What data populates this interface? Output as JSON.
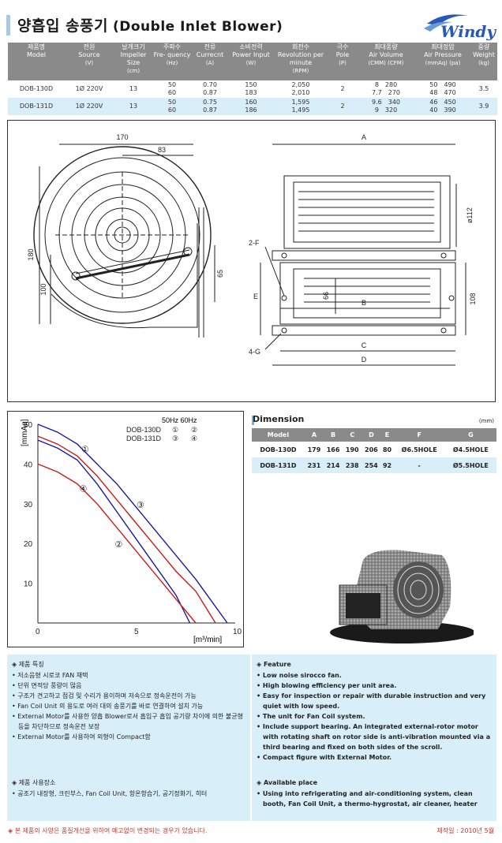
{
  "header": {
    "title_ko": "양흡입 송풍기",
    "title_en": "(Double Inlet Blower)",
    "logo": "Windy"
  },
  "spec_table": {
    "headers": [
      {
        "ko": "제품명",
        "en": "Model",
        "unit": ""
      },
      {
        "ko": "전원",
        "en": "Source",
        "unit": "(V)"
      },
      {
        "ko": "날개크기",
        "en": "Impeller Size",
        "unit": "(cm)"
      },
      {
        "ko": "주파수",
        "en": "Fre- quency",
        "unit": "(Hz)"
      },
      {
        "ko": "전류",
        "en": "Currecnt",
        "unit": "(A)"
      },
      {
        "ko": "소비전력",
        "en": "Power Input",
        "unit": "(W)"
      },
      {
        "ko": "회전수",
        "en": "Revolution per minute",
        "unit": "(RPM)"
      },
      {
        "ko": "극수",
        "en": "Pole",
        "unit": "(P)"
      },
      {
        "ko": "최대풍량",
        "en": "Air Volume",
        "unit": "(CMM)  (CFM)"
      },
      {
        "ko": "최대정압",
        "en": "Air Pressure",
        "unit": "(mmAq)  (pa)"
      },
      {
        "ko": "중량",
        "en": "Weight",
        "unit": "(kg)"
      }
    ],
    "rows": [
      {
        "model": "DOB-130D",
        "source": "1Ø 220V",
        "impeller": "13",
        "freq": [
          "50",
          "60"
        ],
        "current": [
          "0.70",
          "0.87"
        ],
        "power": [
          "150",
          "183"
        ],
        "rpm": [
          "2,050",
          "2,010"
        ],
        "pole": "2",
        "cmm": [
          "8",
          "7.7"
        ],
        "cfm": [
          "280",
          "270"
        ],
        "mmaq": [
          "50",
          "48"
        ],
        "pa": [
          "490",
          "470"
        ],
        "weight": "3.5"
      },
      {
        "model": "DOB-131D",
        "source": "1Ø 220V",
        "impeller": "13",
        "freq": [
          "50",
          "60"
        ],
        "current": [
          "0.75",
          "0.87"
        ],
        "power": [
          "160",
          "186"
        ],
        "rpm": [
          "1,595",
          "1,495"
        ],
        "pole": "2",
        "cmm": [
          "9.6",
          "9"
        ],
        "cfm": [
          "340",
          "320"
        ],
        "mmaq": [
          "46",
          "40"
        ],
        "pa": [
          "450",
          "390"
        ],
        "weight": "3.9"
      }
    ]
  },
  "drawing": {
    "labels": {
      "w170": "170",
      "w83": "83",
      "h180": "180",
      "h100": "100",
      "h65": "65",
      "A": "A",
      "B": "B",
      "C": "C",
      "D": "D",
      "E": "E",
      "f2": "2-F",
      "g4": "4-G",
      "d112": "ø112",
      "h66": "66",
      "h108": "108"
    }
  },
  "chart_data": {
    "type": "line",
    "title": "",
    "legend_header": "50Hz 60Hz",
    "legend": [
      {
        "model": "DOB-130D",
        "hz50": "①",
        "hz60": "②"
      },
      {
        "model": "DOB-131D",
        "hz50": "③",
        "hz60": "④"
      }
    ],
    "ylabel": "[mmAq]",
    "xlabel": "[m³/min]",
    "xlim": [
      0,
      10
    ],
    "ylim": [
      0,
      50
    ],
    "xticks": [
      "0",
      "5",
      "10"
    ],
    "yticks": [
      "10",
      "20",
      "30",
      "40",
      "50"
    ],
    "series": [
      {
        "name": "①",
        "color": "#1a1aa0",
        "x": [
          0,
          1,
          2,
          3,
          4,
          5,
          6,
          7,
          8,
          9.6
        ],
        "y": [
          50,
          48,
          45,
          40,
          35,
          29,
          23,
          17,
          11,
          0
        ]
      },
      {
        "name": "②",
        "color": "#cc1a1a",
        "x": [
          0,
          1,
          2,
          3,
          4,
          5,
          6,
          7,
          8,
          9
        ],
        "y": [
          47,
          45,
          42,
          37,
          31,
          25,
          19,
          13,
          8,
          0
        ]
      },
      {
        "name": "③",
        "color": "#1a1aa0",
        "x": [
          0,
          1,
          2,
          3,
          4,
          5,
          6,
          7,
          7.7
        ],
        "y": [
          46,
          44,
          41,
          35,
          28,
          21,
          14,
          7,
          0
        ]
      },
      {
        "name": "④",
        "color": "#cc1a1a",
        "x": [
          0,
          1,
          2,
          3,
          4,
          5,
          6,
          7,
          8
        ],
        "y": [
          40,
          38,
          35,
          30,
          24,
          18,
          12,
          6,
          0
        ]
      }
    ],
    "callouts": [
      "①",
      "②",
      "③",
      "④"
    ]
  },
  "dimension": {
    "title": "Dimension",
    "unit": "(mm)",
    "headers": [
      "Model",
      "A",
      "B",
      "C",
      "D",
      "E",
      "F",
      "G"
    ],
    "rows": [
      [
        "DOB-130D",
        "179",
        "166",
        "190",
        "206",
        "80",
        "Ø6.5HOLE",
        "Ø4.5HOLE"
      ],
      [
        "DOB-131D",
        "231",
        "214",
        "238",
        "254",
        "92",
        "-",
        "Ø5.5HOLE"
      ]
    ]
  },
  "features_ko": {
    "title": "◈ 제품 특징",
    "items": [
      "저소음형 시로코 FAN 채택",
      "단위 면적당 풍량이 많음",
      "구조가 견고하고 점검 및 수리가 용이하며 저속으로 정속운전이 가능",
      "Fan Coil Unit 의 용도로 여러 대의 송풍기를 바로 연결하여 설치 가능",
      "External Motor를 사용한 양흡 Blower로서 흡입구 흡입 공기량 차이에 의한 불균형 등을 차단하므로 정속운전 보장",
      "External Motor를 사용하여 외형이 Compact함"
    ],
    "use_title": "◈ 제품 사용장소",
    "use_items": [
      "공조기 내장형, 크린부스, Fan Coil Unit, 항온항습기, 공기정화기, 히터"
    ]
  },
  "features_en": {
    "title": "◈ Feature",
    "items": [
      "Low noise sirocco fan.",
      "High blowing efficiency per unit area.",
      "Easy for inspection or repair with durable instruction and very quiet with low speed.",
      "The unit for Fan Coil system.",
      "Include support bearing. An integrated external-rotor motor with rotating shaft on rotor side is anti-vibration mounted via a third bearing and fixed on both sides of the scroll.",
      "Compact figure with External Motor."
    ],
    "use_title": "◈ Available place",
    "use_items": [
      "Using into refrigerating and air-conditioning system, clean booth, Fan Coil Unit, a thermo-hygrostat, air cleaner, heater"
    ]
  },
  "footer": {
    "notice": "◈ 본 제품의 사양은 품질개선을 위하여 예고없이 변경되는 경우가 있습니다.",
    "date": "제작일 : 2010년 5월"
  }
}
